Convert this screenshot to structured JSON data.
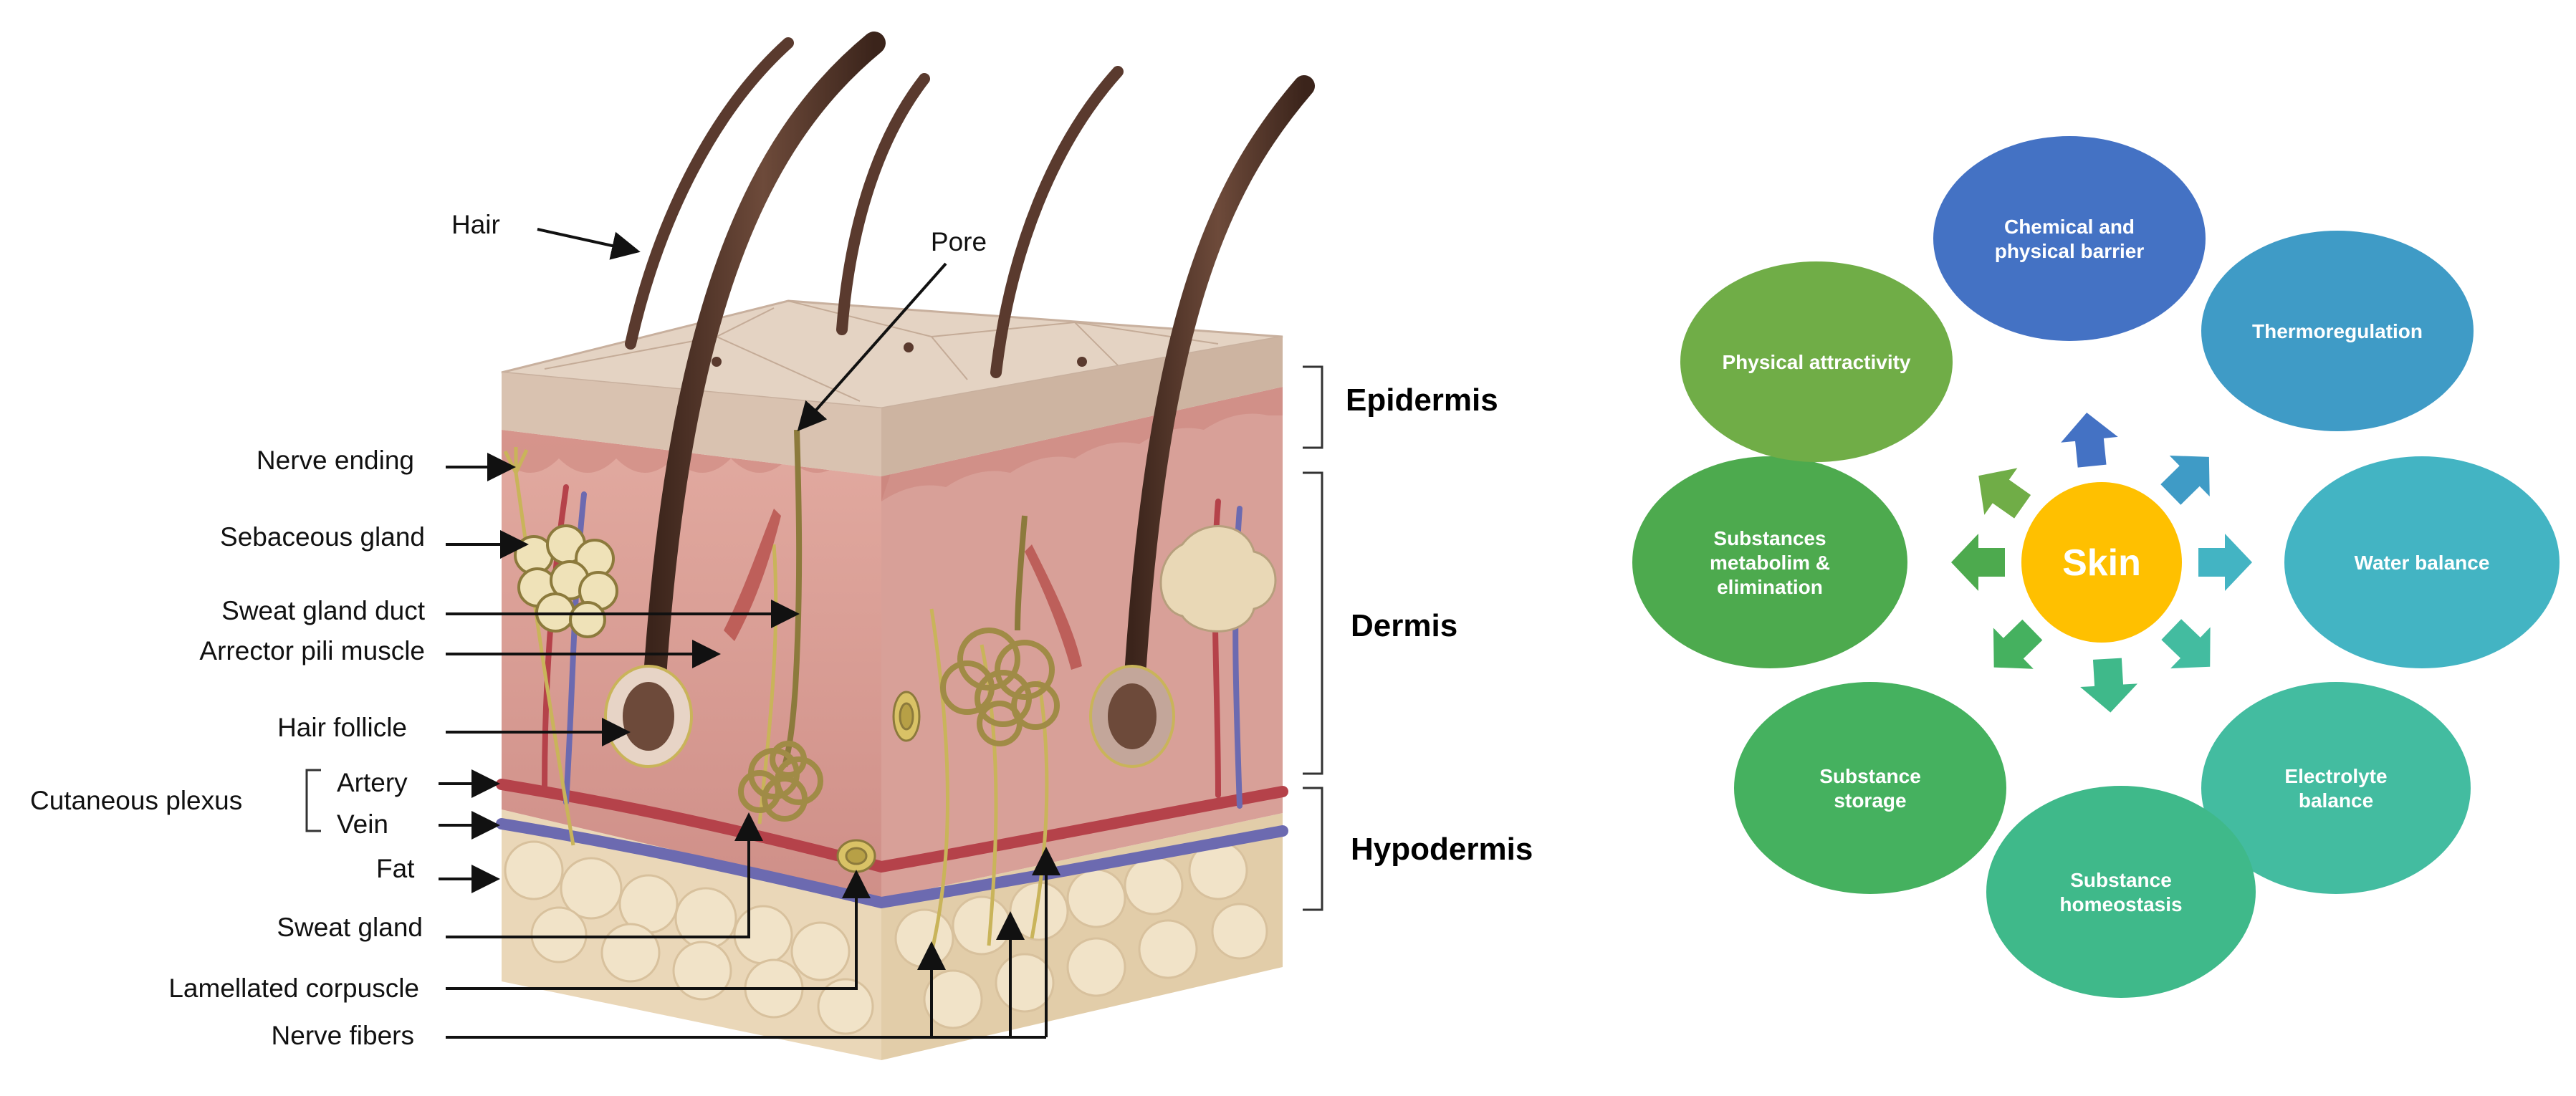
{
  "anatomy": {
    "labels": {
      "hair": "Hair",
      "pore": "Pore",
      "nerve_ending": "Nerve ending",
      "sebaceous_gland": "Sebaceous gland",
      "sweat_gland_duct": "Sweat gland duct",
      "arrector_pili_muscle": "Arrector pili muscle",
      "hair_follicle": "Hair follicle",
      "cutaneous_plexus": "Cutaneous plexus",
      "artery": "Artery",
      "vein": "Vein",
      "fat": "Fat",
      "sweat_gland": "Sweat gland",
      "lamellated_corpuscle": "Lamellated corpuscle",
      "nerve_fibers": "Nerve fibers"
    },
    "layers": {
      "epidermis": "Epidermis",
      "dermis": "Dermis",
      "hypodermis": "Hypodermis"
    },
    "colors": {
      "epidermis": "#d9c2b0",
      "dermis": "#d79c94",
      "hypodermis": "#ead7b8",
      "hair": "#5a3a2e",
      "nerve": "#c9b45a",
      "artery": "#b5424a",
      "vein": "#6c6ab0"
    }
  },
  "functions": {
    "center": {
      "label": "Skin",
      "color": "#ffc000"
    },
    "nodes": [
      {
        "id": "chemical-physical-barrier",
        "lines": [
          "Chemical and",
          "physical barrier"
        ],
        "color": "#4472c4"
      },
      {
        "id": "thermoregulation",
        "lines": [
          "Thermoregulation"
        ],
        "color": "#3f9bc6"
      },
      {
        "id": "water-balance",
        "lines": [
          "Water balance"
        ],
        "color": "#43b4c3"
      },
      {
        "id": "electrolyte-balance",
        "lines": [
          "Electrolyte",
          "balance"
        ],
        "color": "#43bca0"
      },
      {
        "id": "substance-homeostasis",
        "lines": [
          "Substance",
          "homeostasis"
        ],
        "color": "#3fb98a"
      },
      {
        "id": "substance-storage",
        "lines": [
          "Substance",
          "storage"
        ],
        "color": "#45b15f"
      },
      {
        "id": "substances-metabolism-elimination",
        "lines": [
          "Substances",
          "metabolim &",
          "elimination"
        ],
        "color": "#4daa4e"
      },
      {
        "id": "physical-attractivity",
        "lines": [
          "Physical attractivity"
        ],
        "color": "#70ad47"
      }
    ]
  }
}
